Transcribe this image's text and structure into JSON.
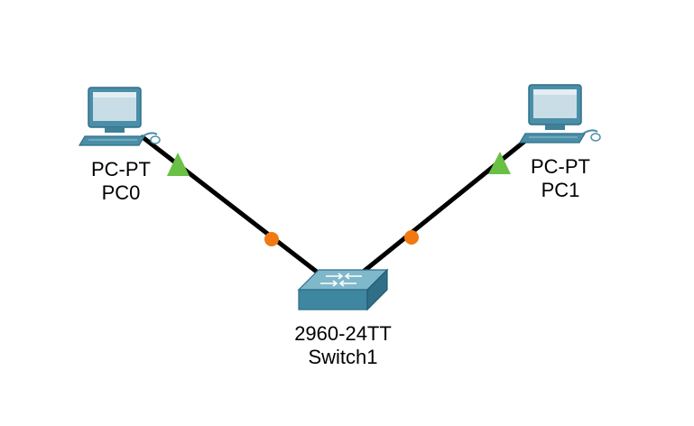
{
  "colors": {
    "link": "#000000",
    "link_up_indicator": "#6abf45",
    "link_negotiating_indicator": "#f07a11",
    "device_body": "#4a8ea8",
    "device_screen": "#c8dde6",
    "background": "#ffffff"
  },
  "devices": [
    {
      "id": "pc0",
      "icon": "pc-icon",
      "model": "PC-PT",
      "name": "PC0"
    },
    {
      "id": "pc1",
      "icon": "pc-icon",
      "model": "PC-PT",
      "name": "PC1"
    },
    {
      "id": "switch1",
      "icon": "switch-icon",
      "model": "2960-24TT",
      "name": "Switch1"
    }
  ],
  "links": [
    {
      "from": "pc0",
      "to": "switch1",
      "from_status": "up",
      "to_status": "negotiating"
    },
    {
      "from": "pc1",
      "to": "switch1",
      "from_status": "up",
      "to_status": "negotiating"
    }
  ]
}
